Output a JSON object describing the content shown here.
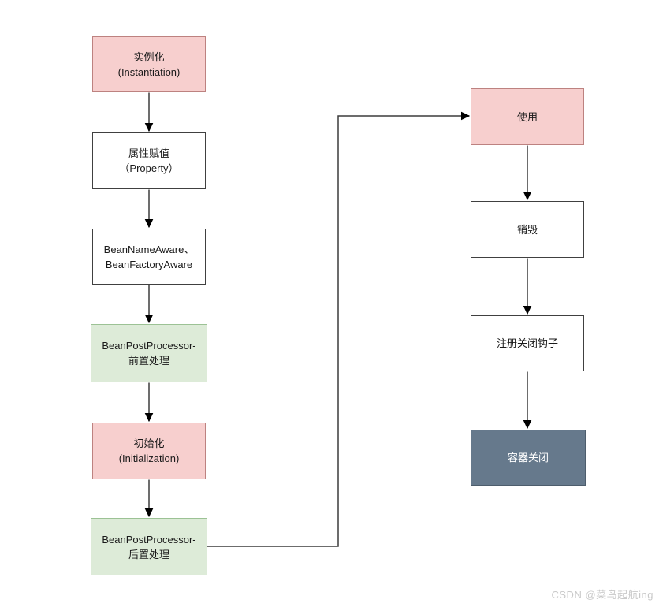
{
  "nodes": {
    "left": [
      {
        "lines": [
          "实例化",
          "(Instantiation)"
        ],
        "style": "pink"
      },
      {
        "lines": [
          "属性赋值",
          "（Property）"
        ],
        "style": "white"
      },
      {
        "lines": [
          "BeanNameAware、",
          "BeanFactoryAware"
        ],
        "style": "white"
      },
      {
        "lines": [
          "BeanPostProcessor-",
          "前置处理"
        ],
        "style": "green"
      },
      {
        "lines": [
          "初始化",
          "(Initialization)"
        ],
        "style": "pink"
      },
      {
        "lines": [
          "BeanPostProcessor-",
          "后置处理"
        ],
        "style": "green"
      }
    ],
    "right": [
      {
        "lines": [
          "使用"
        ],
        "style": "pink"
      },
      {
        "lines": [
          "销毁"
        ],
        "style": "white"
      },
      {
        "lines": [
          "注册关闭钩子"
        ],
        "style": "white"
      },
      {
        "lines": [
          "容器关闭"
        ],
        "style": "dark"
      }
    ]
  },
  "watermark": "CSDN @菜鸟起航ing",
  "colors": {
    "pink_fill": "#f7cfce",
    "pink_stroke": "#bd8280",
    "green_fill": "#ddebd8",
    "green_stroke": "#9cc295",
    "white_fill": "#ffffff",
    "white_stroke": "#404040",
    "dark_fill": "#66798c",
    "dark_stroke": "#4d5d6c",
    "arrow_line": "#3c3c3c",
    "arrow_head": "#000000",
    "watermark_color": "#c9c9c9"
  }
}
